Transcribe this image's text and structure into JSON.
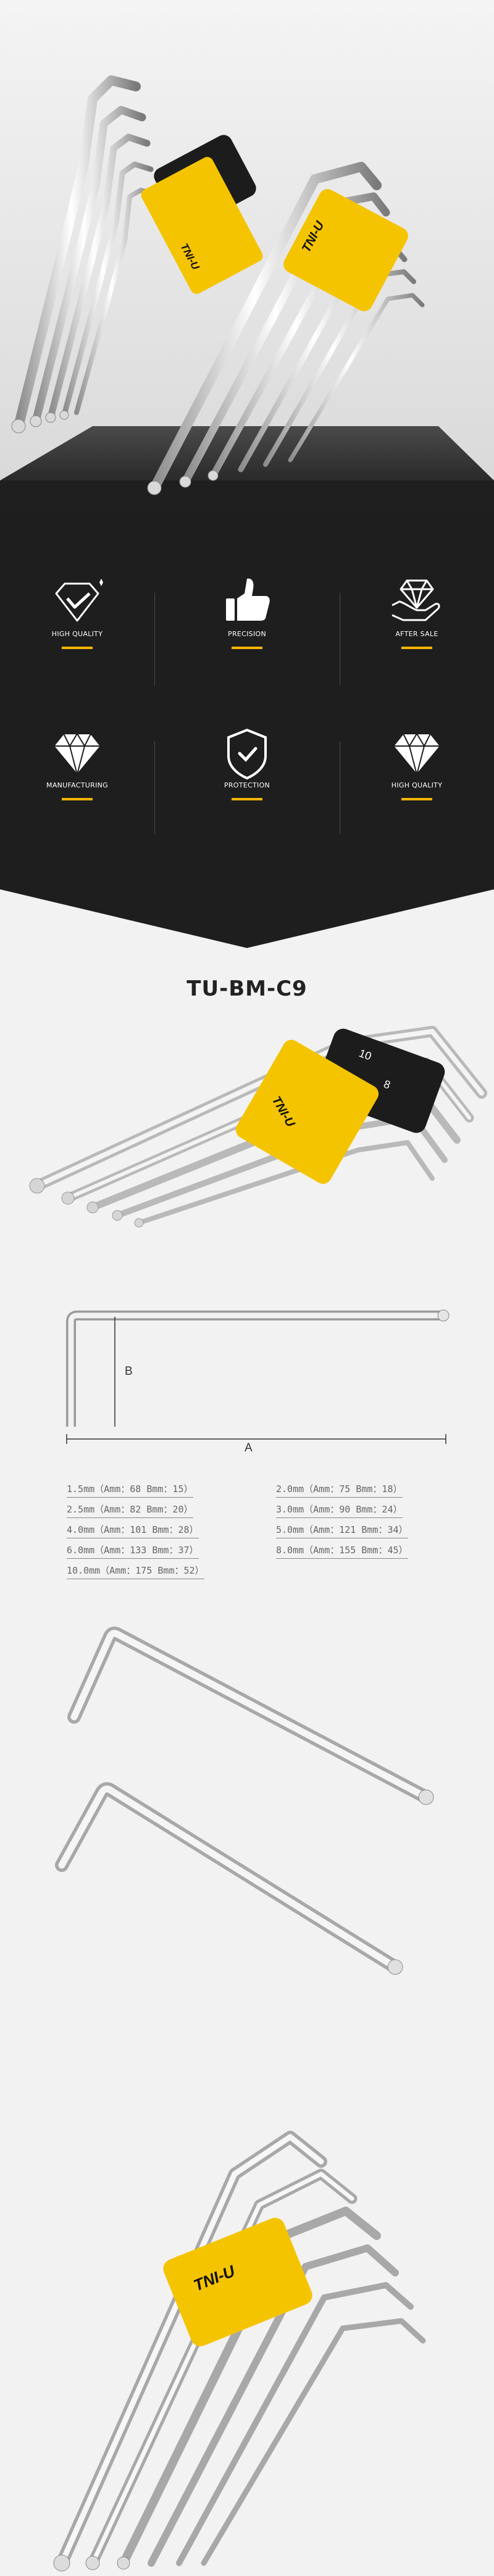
{
  "features": {
    "row1": [
      {
        "label": "HIGH QUALITY",
        "icon": "diamond-check-icon"
      },
      {
        "label": "PRECISION",
        "icon": "thumbs-up-icon"
      },
      {
        "label": "AFTER SALE",
        "icon": "diamond-hand-icon"
      }
    ],
    "row2": [
      {
        "label": "MANUFACTURING",
        "icon": "diamond-icon"
      },
      {
        "label": "PROTECTION",
        "icon": "shield-check-icon"
      },
      {
        "label": "HIGH QUALITY",
        "icon": "diamond-icon"
      }
    ]
  },
  "product": {
    "model": "TU-BM-C9",
    "brand": "TNI-U",
    "size_marks": [
      "10",
      "8"
    ]
  },
  "diagram": {
    "label_a": "A",
    "label_b": "B"
  },
  "specs": [
    "1.5mm（Amm：68 Bmm：15）",
    "2.0mm（Amm：75 Bmm：18）",
    "2.5mm（Amm：82 Bmm：20）",
    "3.0mm（Amm：90 Bmm：24）",
    "4.0mm（Amm：101 Bmm：28）",
    "5.0mm（Amm：121 Bmm：34）",
    "6.0mm（Amm：133 Bmm：37）",
    "8.0mm（Amm：155 Bmm：45）",
    "10.0mm（Amm：175 Bmm：52）"
  ],
  "colors": {
    "accent": "#f5b400",
    "dark_bg": "#1e1e1e",
    "holder_yellow": "#f5c400"
  }
}
